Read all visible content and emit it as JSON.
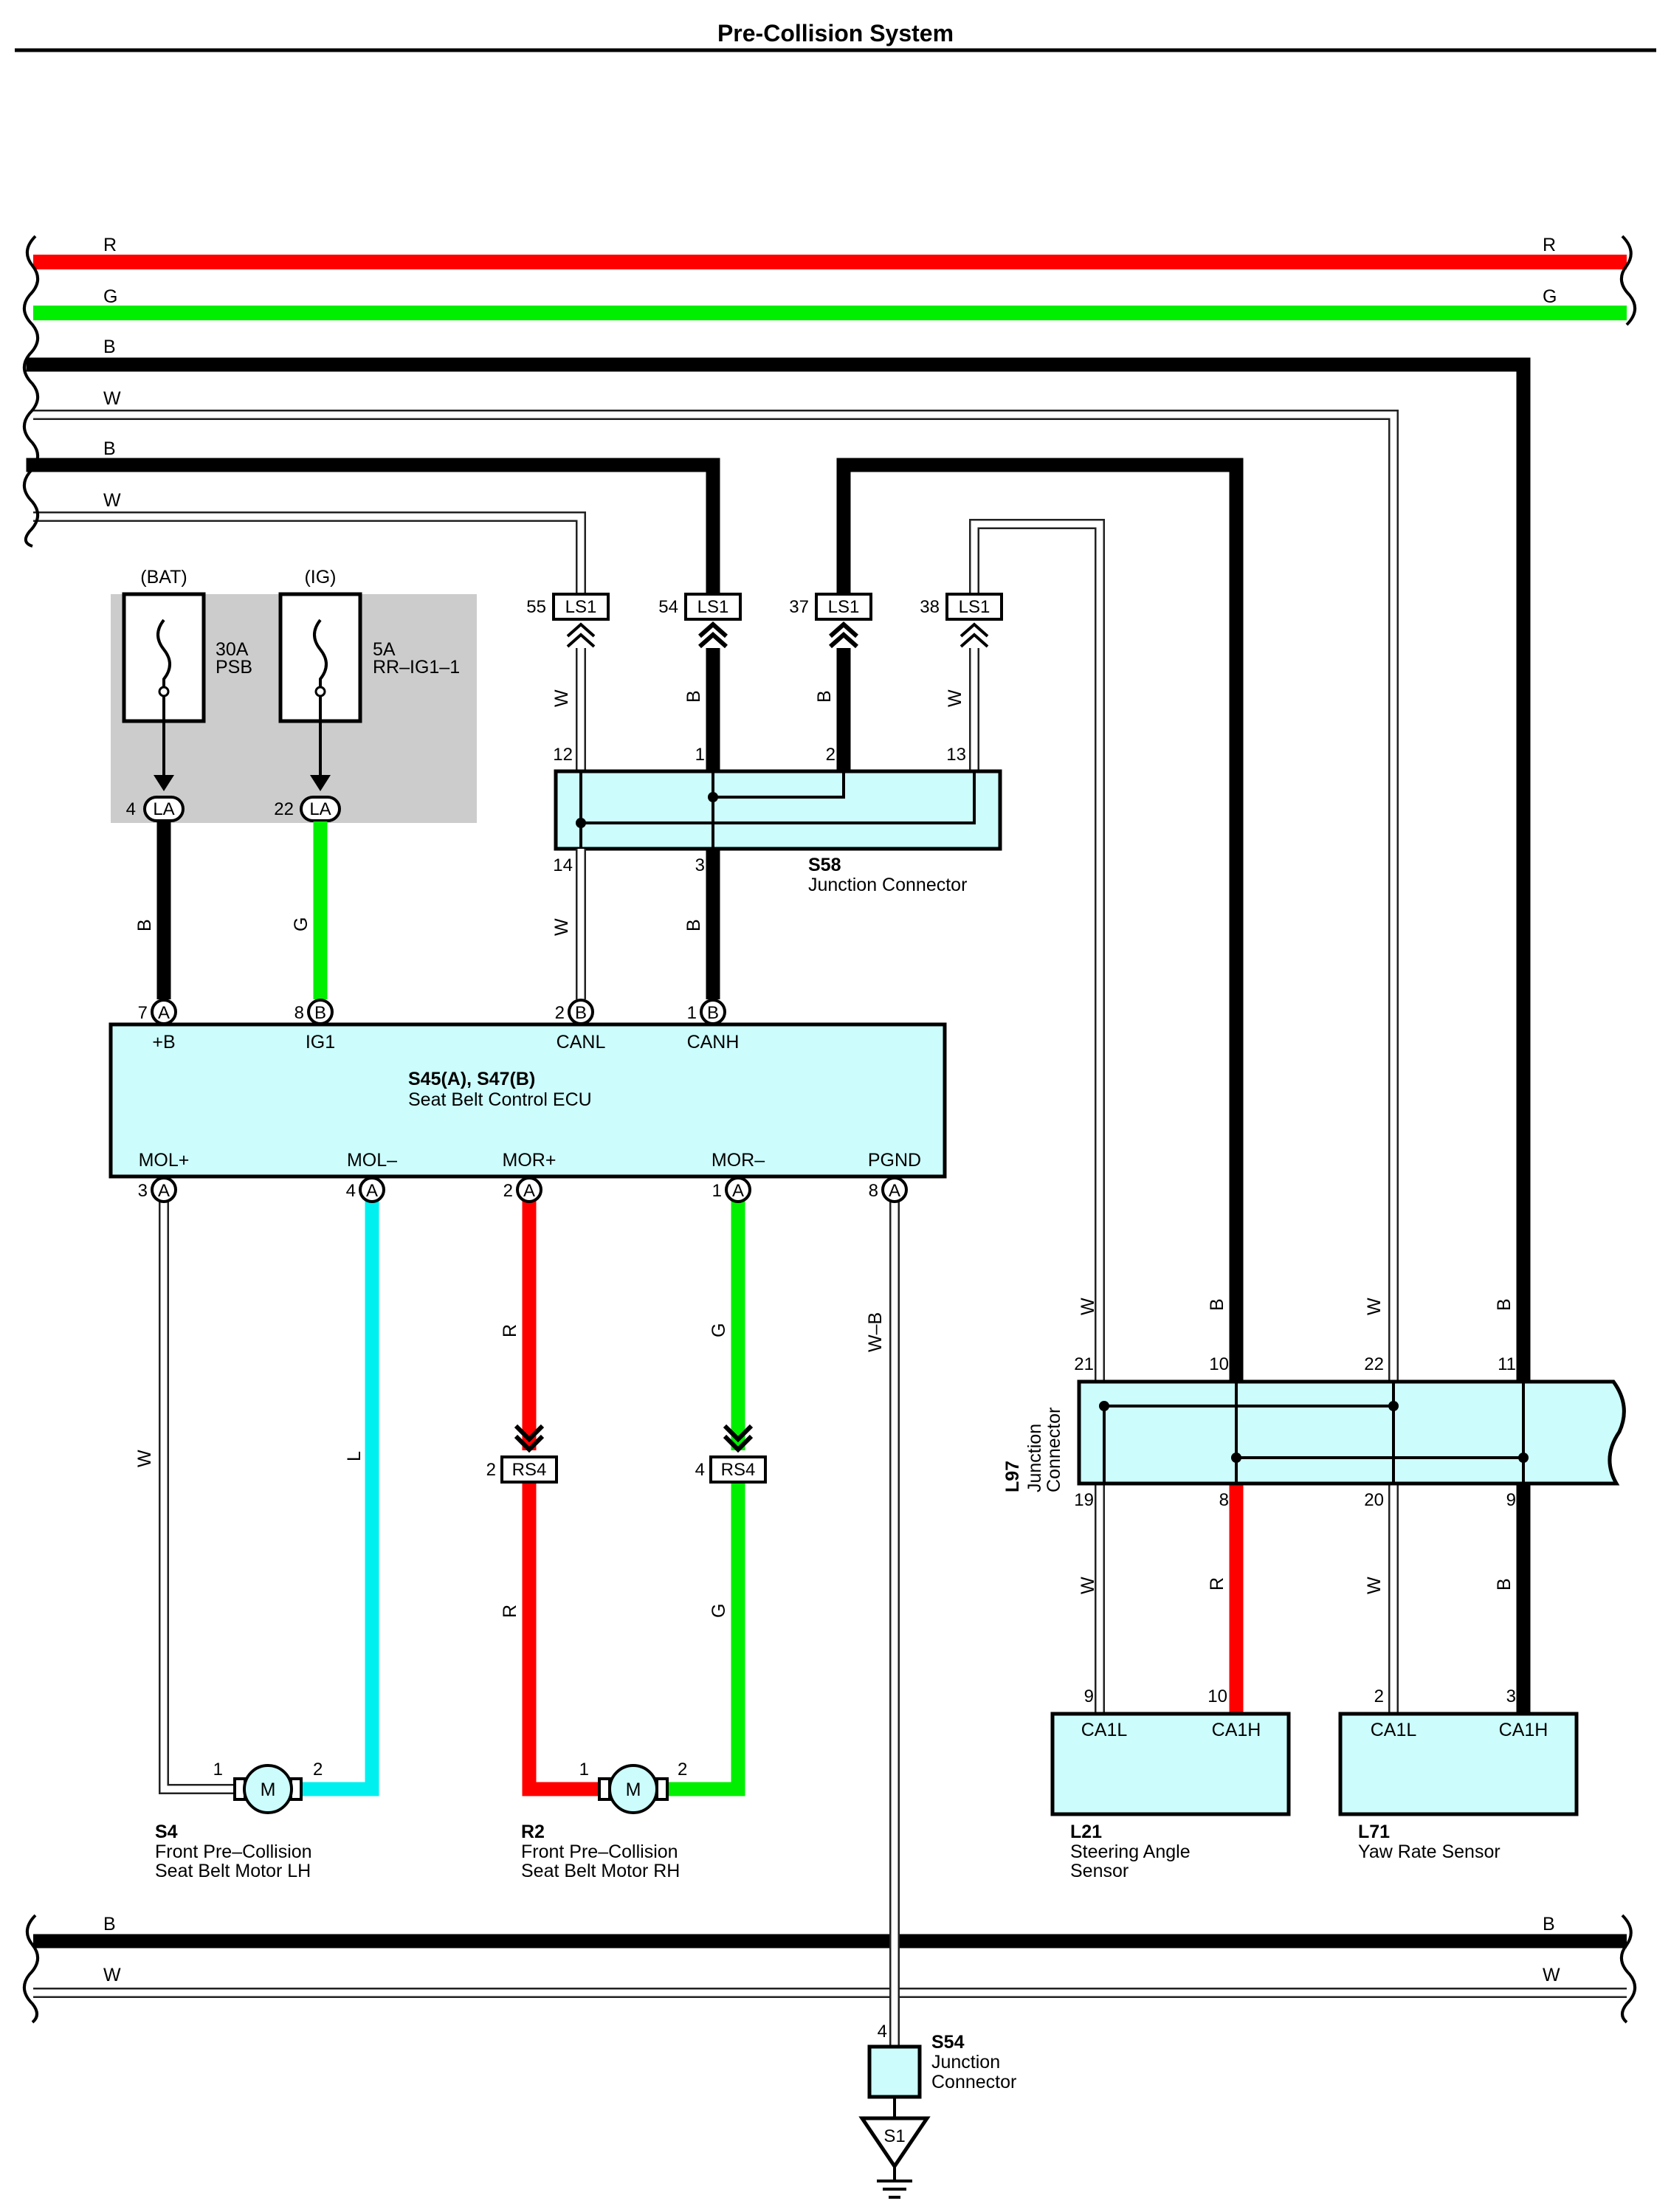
{
  "title": "Pre-Collision System",
  "colors": {
    "R": "#ff0000",
    "G": "#00ee00",
    "L": "#00f0f0",
    "B": "#000000",
    "W": "#ffffff",
    "component_fill": "#ccfcfc",
    "fuse_area": "#cccccc"
  },
  "buses_top": [
    "R",
    "G",
    "B",
    "W",
    "B",
    "W"
  ],
  "buses_top_right": [
    "R",
    "G"
  ],
  "buses_bottom": [
    "B",
    "W"
  ],
  "fuses": [
    {
      "supply": "(BAT)",
      "rating": "30A",
      "name": "PSB",
      "pin": "4",
      "connector": "LA",
      "wire": "B"
    },
    {
      "supply": "(IG)",
      "rating": "5A",
      "name": "RR–IG1–1",
      "pin": "22",
      "connector": "LA",
      "wire": "G"
    }
  ],
  "ls1": [
    {
      "pin": "55",
      "connector": "LS1",
      "wire": "W"
    },
    {
      "pin": "54",
      "connector": "LS1",
      "wire": "B"
    },
    {
      "pin": "37",
      "connector": "LS1",
      "wire": "B"
    },
    {
      "pin": "38",
      "connector": "LS1",
      "wire": "W"
    }
  ],
  "s58": {
    "id": "S58",
    "name": "Junction Connector",
    "pins_top": [
      "12",
      "1",
      "2",
      "13"
    ],
    "pins_bottom": [
      "14",
      "3"
    ],
    "wires_bottom": [
      "W",
      "B"
    ]
  },
  "ecu": {
    "id": "S45(A), S47(B)",
    "name": "Seat Belt Control ECU",
    "top_terminals": [
      {
        "pin": "7",
        "conn": "A",
        "label": "+B"
      },
      {
        "pin": "8",
        "conn": "B",
        "label": "IG1"
      },
      {
        "pin": "2",
        "conn": "B",
        "label": "CANL"
      },
      {
        "pin": "1",
        "conn": "B",
        "label": "CANH"
      }
    ],
    "bottom_terminals": [
      {
        "pin": "3",
        "conn": "A",
        "label": "MOL+",
        "wire": "W"
      },
      {
        "pin": "4",
        "conn": "A",
        "label": "MOL–",
        "wire": "L"
      },
      {
        "pin": "2",
        "conn": "A",
        "label": "MOR+",
        "wire": "R"
      },
      {
        "pin": "1",
        "conn": "A",
        "label": "MOR–",
        "wire": "G"
      },
      {
        "pin": "8",
        "conn": "A",
        "label": "PGND",
        "wire": "W–B"
      }
    ]
  },
  "rs4": [
    {
      "pin": "2",
      "connector": "RS4",
      "wire_below": "R"
    },
    {
      "pin": "4",
      "connector": "RS4",
      "wire_below": "G"
    }
  ],
  "motors": [
    {
      "id": "S4",
      "name_line1": "Front Pre–Collision",
      "name_line2": "Seat Belt Motor LH",
      "symbol": "M",
      "pin_left": "1",
      "pin_right": "2"
    },
    {
      "id": "R2",
      "name_line1": "Front Pre–Collision",
      "name_line2": "Seat Belt Motor RH",
      "symbol": "M",
      "pin_left": "1",
      "pin_right": "2"
    }
  ],
  "l97": {
    "id": "L97",
    "name_line1": "Junction",
    "name_line2": "Connector",
    "wires_top": [
      "W",
      "B",
      "W",
      "B"
    ],
    "pins_top": [
      "21",
      "10",
      "22",
      "11"
    ],
    "pins_bottom": [
      "19",
      "8",
      "20",
      "9"
    ],
    "wires_bottom": [
      "W",
      "R",
      "W",
      "B"
    ]
  },
  "sensors": [
    {
      "id": "L21",
      "name_line1": "Steering Angle",
      "name_line2": "Sensor",
      "pin_left": "9",
      "pin_right": "10",
      "term_left": "CA1L",
      "term_right": "CA1H"
    },
    {
      "id": "L71",
      "name_line1": "Yaw Rate Sensor",
      "name_line2": "",
      "pin_left": "2",
      "pin_right": "3",
      "term_left": "CA1L",
      "term_right": "CA1H"
    }
  ],
  "s54": {
    "id": "S54",
    "name_line1": "Junction",
    "name_line2": "Connector",
    "pin": "4"
  },
  "ground": {
    "id": "S1"
  }
}
